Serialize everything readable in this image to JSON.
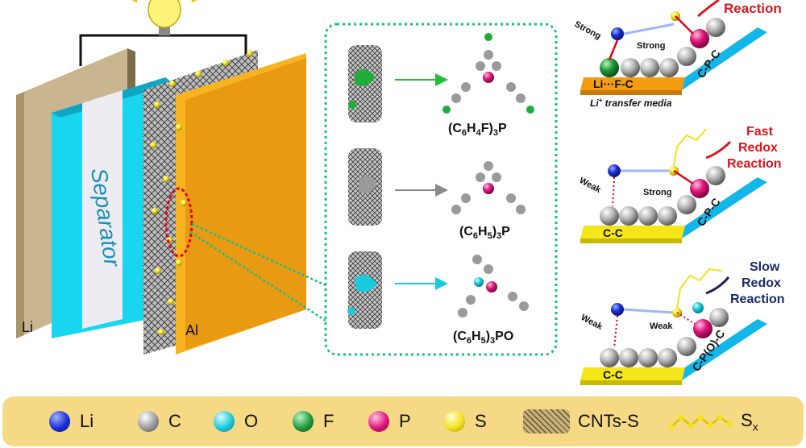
{
  "battery": {
    "separator_label": "Separator",
    "li_label": "Li",
    "al_label": "Al"
  },
  "molecules": {
    "m1": {
      "base": "(C",
      "s1": "6",
      "mid1": "H",
      "s2": "4",
      "mid2": "F)",
      "s3": "3",
      "end": "P"
    },
    "m2": {
      "base": "(C",
      "s1": "6",
      "mid1": "H",
      "s2": "5",
      "mid2": ")",
      "s3": "3",
      "end": "P"
    },
    "m3": {
      "base": "(C",
      "s1": "6",
      "mid1": "H",
      "s2": "5",
      "mid2": ")",
      "s3": "3",
      "end": "PO"
    }
  },
  "mechanism": {
    "panel1": {
      "reaction_label": "Reaction",
      "strong_left": "Strong",
      "strong_right": "Strong",
      "substrate_left": "Li···F-C",
      "substrate_right": "C-P-C",
      "caption_sup": "+",
      "caption_li": "Li",
      "caption_rest": " transfer media"
    },
    "panel2": {
      "reaction_line1": "Fast",
      "reaction_line2": "Redox",
      "reaction_line3": "Reaction",
      "weak_label": "Weak",
      "strong_label": "Strong",
      "substrate_left": "C-C",
      "substrate_right": "C-P-C"
    },
    "panel3": {
      "reaction_line1": "Slow",
      "reaction_line2": "Redox",
      "reaction_line3": "Reaction",
      "weak_left": "Weak",
      "weak_right": "Weak",
      "substrate_left": "C-C",
      "substrate_right": "C-P(O)-C"
    }
  },
  "legend": {
    "li": "Li",
    "c": "C",
    "o": "O",
    "f": "F",
    "p": "P",
    "s": "S",
    "cnts": "CNTs-S",
    "sx_base": "S",
    "sx_sub": "x"
  },
  "colors": {
    "li_blue": "#1a2fd6",
    "c_gray": "#9a9a9a",
    "o_cyan": "#19c9dc",
    "f_green": "#1f9a3a",
    "p_magenta": "#e0157a",
    "s_yellow": "#f4e21a",
    "al_orange": "#e89a12",
    "separator_cyan": "#19d6f0",
    "reaction_red": "#e0141e",
    "reaction_navy": "#1a2a6a"
  }
}
